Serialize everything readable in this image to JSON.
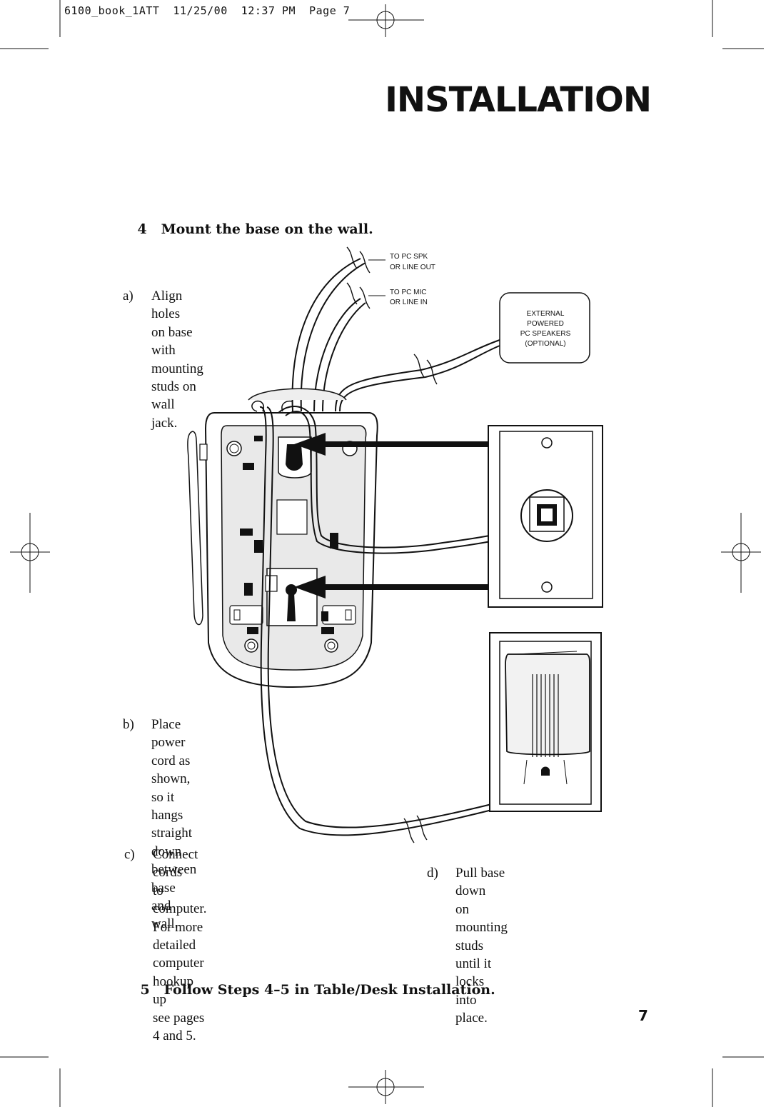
{
  "slug": "6100_book_1ATT  11/25/00  12:37 PM  Page 7",
  "title": "INSTALLATION",
  "step4": {
    "number": "4",
    "heading": "Mount the base on the wall."
  },
  "step5": {
    "number": "5",
    "heading": "Follow Steps 4–5 in Table/Desk Installation."
  },
  "instructions": {
    "a": {
      "label": "a)",
      "text": "Align holes\non base with\nmounting\nstuds on\nwall jack."
    },
    "b": {
      "label": "b)",
      "text": "Place power\ncord as shown,\nso it hangs\nstraight down\nbetween base\nand wall."
    },
    "c": {
      "label": "c)",
      "text": "Connect cords\nto computer.\nFor more detailed\ncomputer hookup up\nsee pages 4 and 5."
    },
    "d": {
      "label": "d)",
      "text": "Pull base down\non mounting\nstuds until it\nlocks into place."
    }
  },
  "diagram": {
    "spk_label_1": "TO PC SPK",
    "spk_label_2": "OR LINE OUT",
    "mic_label_1": "TO PC MIC",
    "mic_label_2": "OR LINE IN",
    "ext_1": "EXTERNAL",
    "ext_2": "POWERED",
    "ext_3": "PC SPEAKERS",
    "ext_4": "(OPTIONAL)"
  },
  "page_number": "7"
}
